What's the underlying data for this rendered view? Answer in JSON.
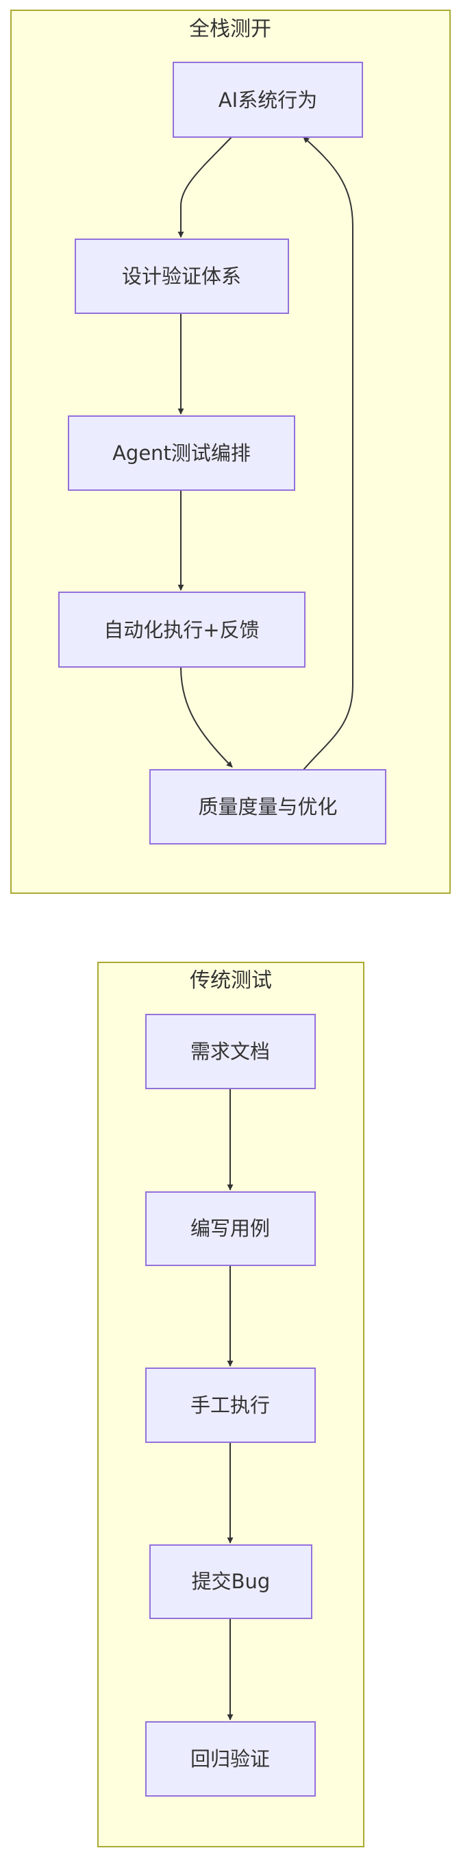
{
  "colors": {
    "cluster_fill": "#ffffde",
    "cluster_stroke": "#aaaa33",
    "node_fill": "#ececff",
    "node_stroke": "#9370db",
    "edge": "#333333"
  },
  "clusters": {
    "fullstack": {
      "title": "全栈测开",
      "nodes": {
        "ai_behavior": "AI系统行为",
        "design_verification": "设计验证体系",
        "agent_orchestration": "Agent测试编排",
        "automation_feedback": "自动化执行+反馈",
        "quality_measure": "质量度量与优化"
      }
    },
    "traditional": {
      "title": "传统测试",
      "nodes": {
        "requirements_doc": "需求文档",
        "write_cases": "编写用例",
        "manual_execution": "手工执行",
        "submit_bug": "提交Bug",
        "regression": "回归验证"
      }
    }
  }
}
